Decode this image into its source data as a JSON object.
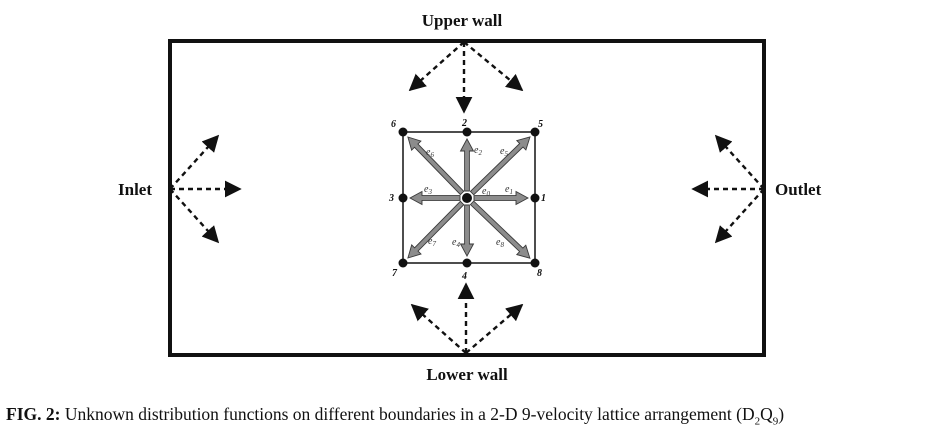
{
  "diagram": {
    "labels": {
      "upper_wall": "Upper wall",
      "lower_wall": "Lower wall",
      "inlet": "Inlet",
      "outlet": "Outlet"
    },
    "nodes": [
      {
        "id": "0",
        "label": ""
      },
      {
        "id": "1",
        "label": "1"
      },
      {
        "id": "2",
        "label": "2"
      },
      {
        "id": "3",
        "label": "3"
      },
      {
        "id": "4",
        "label": "4"
      },
      {
        "id": "5",
        "label": "5"
      },
      {
        "id": "6",
        "label": "6"
      },
      {
        "id": "7",
        "label": "7"
      },
      {
        "id": "8",
        "label": "8"
      }
    ],
    "vectors": [
      {
        "id": "e0",
        "base": "e",
        "sub": "0"
      },
      {
        "id": "e1",
        "base": "e",
        "sub": "1"
      },
      {
        "id": "e2",
        "base": "e",
        "sub": "2"
      },
      {
        "id": "e3",
        "base": "e",
        "sub": "3"
      },
      {
        "id": "e4",
        "base": "e",
        "sub": "4"
      },
      {
        "id": "e5",
        "base": "e",
        "sub": "5"
      },
      {
        "id": "e6",
        "base": "e",
        "sub": "6"
      },
      {
        "id": "e7",
        "base": "e",
        "sub": "7"
      },
      {
        "id": "e8",
        "base": "e",
        "sub": "8"
      }
    ],
    "colors": {
      "frame": "#111111",
      "vector_fill": "#8c8c8c",
      "vector_stroke": "#3a3a3a",
      "node": "#111111"
    }
  },
  "caption": {
    "fig_label": "FIG. 2:",
    "text": " Unknown distribution functions on different boundaries in a 2-D 9-velocity lattice arrangement (D",
    "sub1": "2",
    "mid": "Q",
    "sub2": "9",
    "end": ")"
  }
}
